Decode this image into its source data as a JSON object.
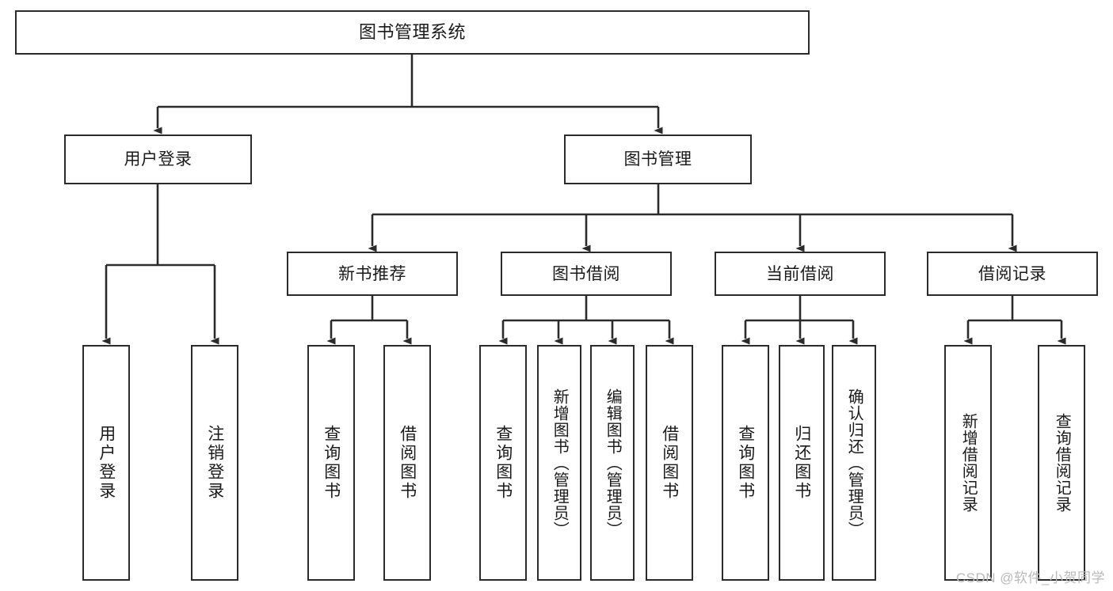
{
  "diagram": {
    "type": "tree-hierarchy",
    "title": "图书管理系统",
    "watermark": "CSDN @软件_小贺同学",
    "stroke_color": "#2b2b2b",
    "background_color": "#ffffff",
    "text_color": "#1a1a1a",
    "nodes": {
      "root": {
        "label": "图书管理系统"
      },
      "level2": [
        {
          "id": "user-login",
          "label": "用户登录"
        },
        {
          "id": "book-manage",
          "label": "图书管理"
        }
      ],
      "level3": [
        {
          "id": "new-book-recommend",
          "label": "新书推荐"
        },
        {
          "id": "book-borrow",
          "label": "图书借阅"
        },
        {
          "id": "current-borrow",
          "label": "当前借阅"
        },
        {
          "id": "borrow-record",
          "label": "借阅记录"
        }
      ],
      "leaves": [
        {
          "id": "leaf-user-login",
          "label": "用户登录",
          "parent": "user-login"
        },
        {
          "id": "leaf-logout",
          "label": "注销登录",
          "parent": "user-login"
        },
        {
          "id": "leaf-query-book-1",
          "label": "查询图书",
          "parent": "new-book-recommend"
        },
        {
          "id": "leaf-borrow-book-1",
          "label": "借阅图书",
          "parent": "new-book-recommend"
        },
        {
          "id": "leaf-query-book-2",
          "label": "查询图书",
          "parent": "book-borrow"
        },
        {
          "id": "leaf-add-book",
          "label": "新增图书（管理员）",
          "parent": "book-borrow",
          "tight": true
        },
        {
          "id": "leaf-edit-book",
          "label": "编辑图书（管理员）",
          "parent": "book-borrow",
          "tight": true
        },
        {
          "id": "leaf-borrow-book-2",
          "label": "借阅图书",
          "parent": "book-borrow"
        },
        {
          "id": "leaf-query-book-3",
          "label": "查询图书",
          "parent": "current-borrow"
        },
        {
          "id": "leaf-return-book",
          "label": "归还图书",
          "parent": "current-borrow"
        },
        {
          "id": "leaf-confirm-return",
          "label": "确认归还（管理员）",
          "parent": "current-borrow",
          "tight": true
        },
        {
          "id": "leaf-add-record",
          "label": "新增借阅记录",
          "parent": "borrow-record"
        },
        {
          "id": "leaf-query-record",
          "label": "查询借阅记录",
          "parent": "borrow-record"
        }
      ]
    }
  }
}
